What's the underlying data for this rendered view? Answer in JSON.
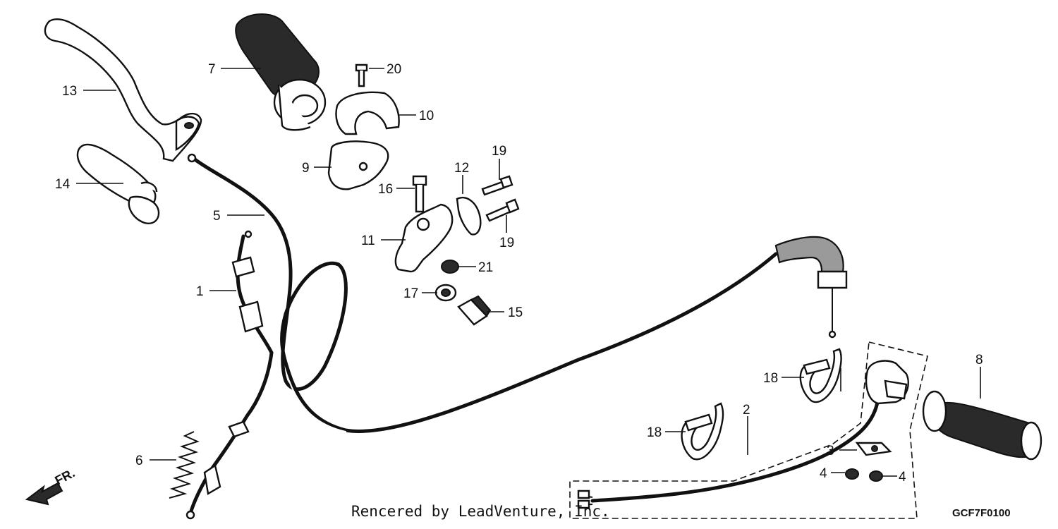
{
  "callouts": {
    "c1": "1",
    "c2": "2",
    "c3": "3",
    "c4a": "4",
    "c4b": "4",
    "c5": "5",
    "c6": "6",
    "c7": "7",
    "c8": "8",
    "c9": "9",
    "c10": "10",
    "c11": "11",
    "c12": "12",
    "c13": "13",
    "c14": "14",
    "c15": "15",
    "c16": "16",
    "c17": "17",
    "c18a": "18",
    "c18b": "18",
    "c19a": "19",
    "c19b": "19",
    "c20": "20",
    "c21": "21"
  },
  "direction_label": "FR.",
  "watermark": "Rencered by LeadVenture, Inc.",
  "diagram_code": "GCF7F0100"
}
